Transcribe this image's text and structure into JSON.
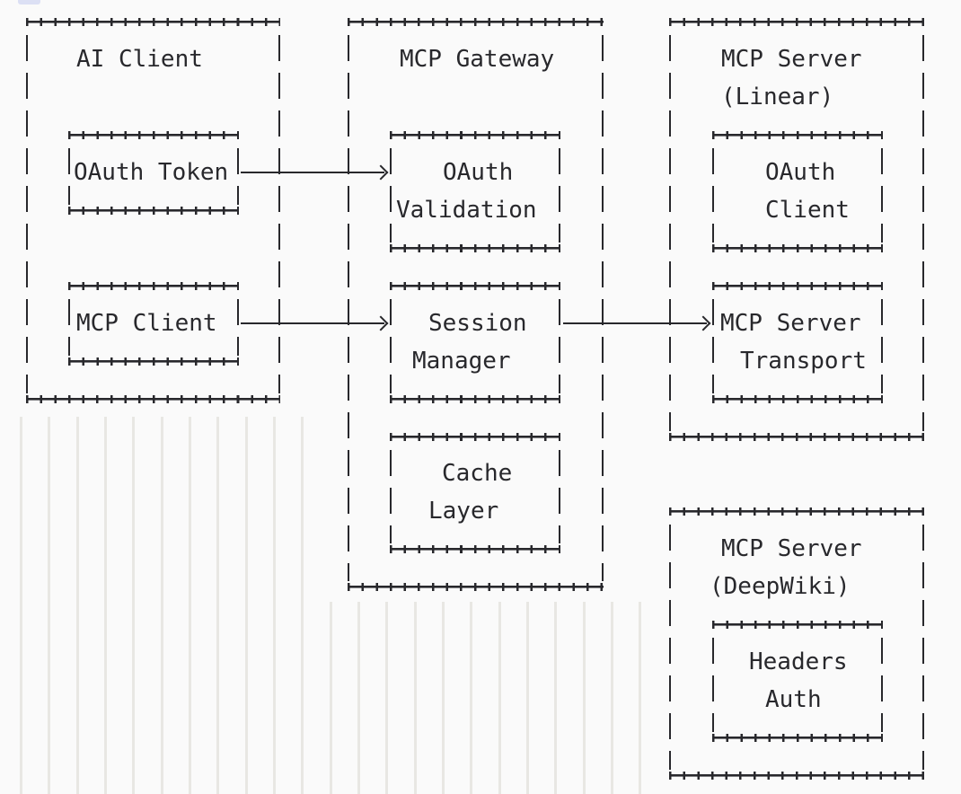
{
  "diagram": {
    "nodes": {
      "ai_client": {
        "title": "AI Client"
      },
      "oauth_token": {
        "label": "OAuth Token"
      },
      "mcp_client": {
        "label": "MCP Client"
      },
      "mcp_gateway": {
        "title": "MCP Gateway"
      },
      "oauth_validation": {
        "lines": [
          "OAuth",
          "Validation"
        ]
      },
      "session_manager": {
        "lines": [
          "Session",
          "Manager"
        ]
      },
      "cache_layer": {
        "lines": [
          "Cache",
          "Layer"
        ]
      },
      "mcp_server_linear": {
        "lines": [
          "MCP Server",
          "(Linear)"
        ]
      },
      "oauth_client": {
        "lines": [
          "OAuth",
          "Client"
        ]
      },
      "mcp_server_transport": {
        "lines": [
          "MCP Server",
          "Transport"
        ]
      },
      "mcp_server_deepwiki": {
        "lines": [
          "MCP Server",
          "(DeepWiki)"
        ]
      },
      "headers_auth": {
        "lines": [
          "Headers",
          "Auth"
        ]
      }
    },
    "connections": [
      {
        "from": "OAuth Token",
        "to": "OAuth Validation"
      },
      {
        "from": "MCP Client",
        "to": "Session Manager"
      },
      {
        "from": "Session Manager",
        "to": "MCP Server Transport"
      }
    ],
    "colors": {
      "ink": "#28282c",
      "background": "#fafafa",
      "stripe": "#e8e7e3",
      "chip": "#dce0f4"
    }
  }
}
